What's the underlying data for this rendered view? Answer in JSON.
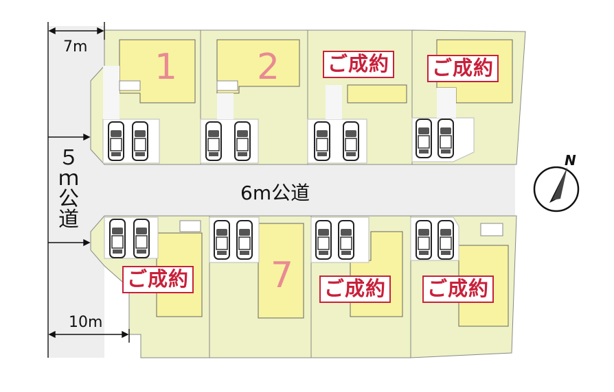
{
  "roads": {
    "main_road": "6m公道",
    "side_road_chars": [
      "５",
      "ｍ",
      "公",
      "道"
    ]
  },
  "dimensions": {
    "top_width": "7m",
    "bottom_width": "10m"
  },
  "lots": {
    "lot_1": "1",
    "lot_2": "2",
    "lot_7": "7",
    "sold_label": "ご成約"
  },
  "compass": {
    "north": "N"
  },
  "colors": {
    "lot_fill": "#eef2c6",
    "building_fill": "#f8f3a0",
    "road_fill": "#eeeeee",
    "sold_border": "#c8203a",
    "lot_number": "#e88a93"
  }
}
